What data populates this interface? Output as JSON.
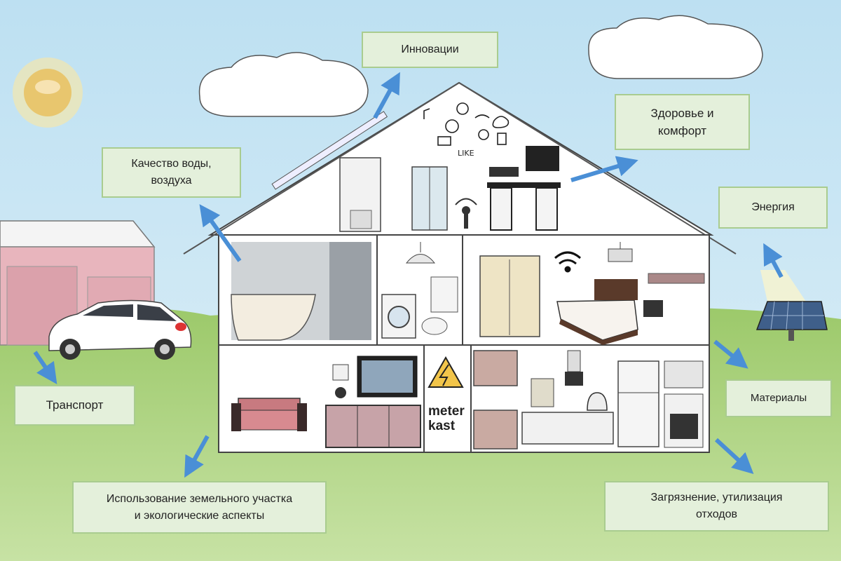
{
  "labels": {
    "innovations": "Инновации",
    "health_comfort": "Здоровье и\nкомфорт",
    "water_air": "Качество воды,\nвоздуха",
    "energy": "Энергия",
    "materials": "Материалы",
    "transport": "Транспорт",
    "land_use": "Использование земельного участка\nи экологические аспекты",
    "pollution_waste": "Загрязнение, утилизация\nотходов"
  },
  "meter_box": {
    "line1": "meter",
    "line2": "kast"
  },
  "icon_text": {
    "like": "LIKE"
  },
  "colors": {
    "sky": "#c9e6f3",
    "grass": "#a9cf7a",
    "label_bg": "#e4f0db",
    "label_border": "#a9cc8f",
    "arrow": "#4a8fd6",
    "garage": "#e8b5bd"
  }
}
